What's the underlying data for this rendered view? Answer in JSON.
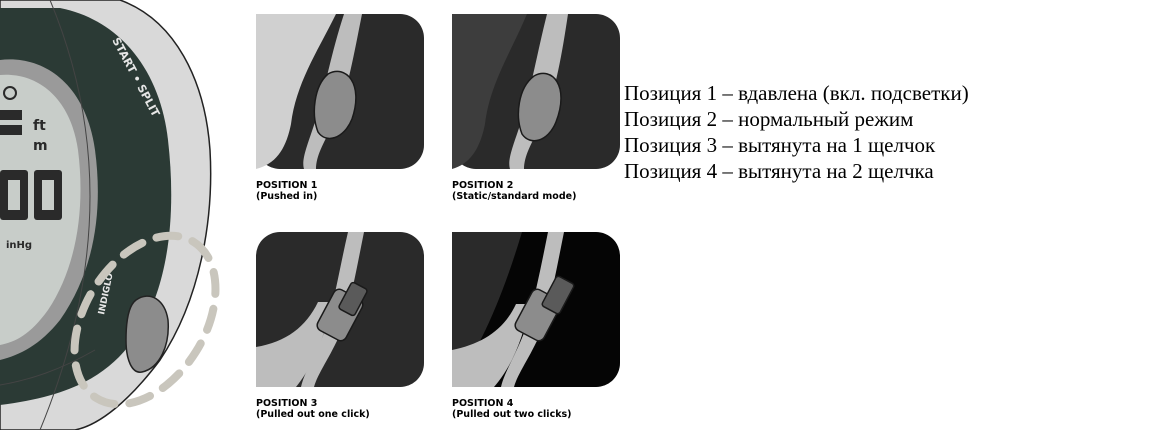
{
  "watch": {
    "bezel_top": "START • SPLIT",
    "bezel_side": "INDIGLO",
    "lcd_unit_top": "ft",
    "lcd_unit_bottom": "m",
    "lcd_small": "inHg"
  },
  "positions": [
    {
      "title": "POSITION 1",
      "subtitle": "(Pushed in)"
    },
    {
      "title": "POSITION 2",
      "subtitle": "(Static/standard mode)"
    },
    {
      "title": "POSITION 3",
      "subtitle": "(Pulled out one click)"
    },
    {
      "title": "POSITION 4",
      "subtitle": "(Pulled out two clicks)"
    }
  ],
  "descriptions": [
    "Позиция 1 – вдавлена (вкл. подсветки)",
    "Позиция 2 – нормальный режим",
    "Позиция 3 – вытянута на 1 щелчок",
    "Позиция 4 – вытянута на 2 щелчка"
  ],
  "colors": {
    "watch_body": "#2b3a35",
    "panel_dark": "#2a2a2a",
    "panel_black": "#050505",
    "rim": "#bdbdbd",
    "crown": "#8c8c8c",
    "dash": "#c9c6bd"
  }
}
